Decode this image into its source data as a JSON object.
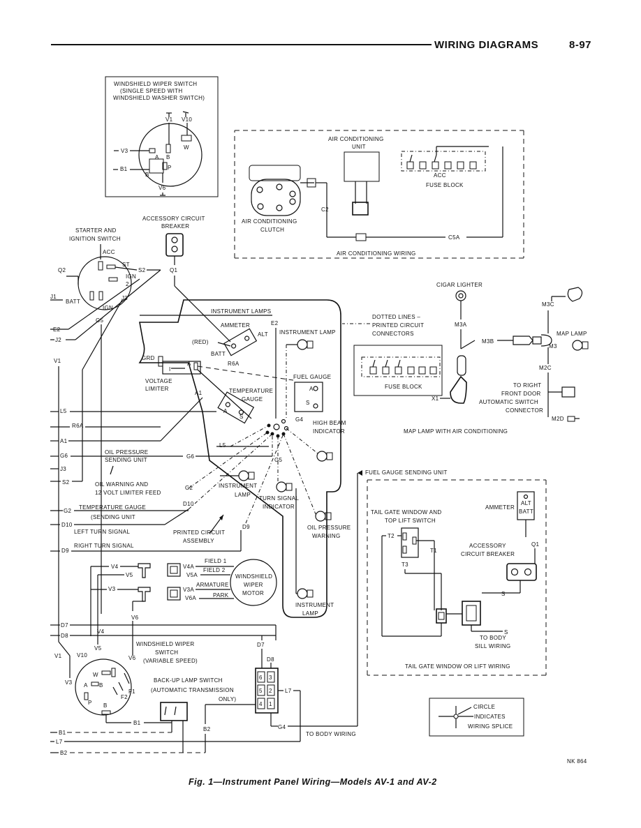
{
  "header": {
    "section": "WIRING DIAGRAMS",
    "page_number": "8-97"
  },
  "caption": "Fig. 1—Instrument Panel Wiring—Models AV-1 and AV-2",
  "ref_code": "NK 864",
  "wiper_single": {
    "title_lines": [
      "WINDSHIELD WIPER SWITCH",
      "(SINGLE SPEED WITH",
      "WINDSHIELD WASHER SWITCH)"
    ],
    "terms": [
      "V1",
      "V10",
      "V3",
      "B1",
      "V6",
      "A",
      "B",
      "W",
      "P",
      "B"
    ]
  },
  "acc_breaker": {
    "title_lines": [
      "ACCESSORY CIRCUIT",
      "BREAKER"
    ],
    "wire": "Q1"
  },
  "ignition": {
    "title_lines": [
      "STARTER AND",
      "IGNITION SWITCH"
    ],
    "terms": [
      "ACC",
      "ST",
      "IGN",
      "2",
      "BATT",
      "IGN",
      "J3",
      "G5",
      "S2",
      "Q2"
    ]
  },
  "ac_unit": {
    "unit_lines": [
      "AIR CONDITIONING",
      "UNIT"
    ],
    "clutch_lines": [
      "AIR CONDITIONING",
      "CLUTCH"
    ],
    "wiring": "AIR CONDITIONING WIRING",
    "fuse_block": "FUSE BLOCK",
    "acc": "ACC",
    "c2": "C2",
    "c5a": "C5A"
  },
  "cluster": {
    "instrument_lamps": "INSTRUMENT LAMPS",
    "ammeter": "AMMETER",
    "alt": "ALT",
    "red": "(RED)",
    "batt": "BATT",
    "r6a": "R6A",
    "e2": "E2",
    "instrument_lamp_1": "INSTRUMENT LAMP",
    "grd": "GRD",
    "a": "A",
    "i": "I",
    "voltage_limiter": [
      "VOLTAGE",
      "LIMITER"
    ],
    "a1": "A1",
    "fuel_gauge": "FUEL GAUGE",
    "temp_gauge": [
      "TEMPERATURE",
      "GAUGE"
    ],
    "g4": "G4",
    "high_beam": [
      "HIGH BEAM",
      "INDICATOR"
    ],
    "l5": "L5",
    "g6": "G6",
    "g5": "G5",
    "g2": "G2",
    "instrument_lamp_2": [
      "INSTRUMENT",
      "LAMP"
    ],
    "turn_signal": [
      "TURN SIGNAL",
      "INDICATOR"
    ],
    "d10": "D10",
    "pca": [
      "PRINTED CIRCUIT",
      "ASSEMBLY"
    ],
    "d9": "D9",
    "oil_warning": [
      "OIL PRESSURE",
      "WARNING"
    ],
    "instrument_lamp_3": [
      "INSTRUMENT",
      "LAMP"
    ],
    "s": "S"
  },
  "left_labels": {
    "j1": "J1",
    "e2": "E2",
    "j2": "J2",
    "v1": "V1",
    "l5": "L5",
    "r6a": "R6A",
    "a1": "A1",
    "g6": "G6",
    "j3": "J3",
    "s2": "S2",
    "g2": "G2",
    "d10": "D10",
    "d9": "D9",
    "d7": "D7",
    "d8": "D8",
    "v1b": "V1",
    "b1": "B1",
    "l7": "L7",
    "b2": "B2",
    "oil_sending": [
      "OIL PRESSURE",
      "SENDING UNIT"
    ],
    "oil_warn_feed": [
      "OIL WARNING AND",
      "12 VOLT LIMITER FEED"
    ],
    "temp_sending": [
      "TEMPERATURE GAUGE",
      "(SENDING UNIT"
    ],
    "left_turn": "LEFT TURN SIGNAL",
    "right_turn": "RIGHT TURN SIGNAL"
  },
  "dotted_note": [
    "DOTTED LINES –",
    "PRINTED CIRCUIT",
    "CONNECTORS"
  ],
  "map_lamp": {
    "cigar": "CIGAR LIGHTER",
    "m3a": "M3A",
    "m3b": "M3B",
    "m3c": "M3C",
    "m3": "M3",
    "m2c": "M2C",
    "m2d": "M2D",
    "map_lamp": "MAP LAMP",
    "fuse_block": "FUSE BLOCK",
    "x1": "X1",
    "door": [
      "TO RIGHT",
      "FRONT DOOR",
      "AUTOMATIC SWITCH",
      "CONNECTOR"
    ],
    "title": "MAP LAMP WITH AIR CONDITIONING"
  },
  "fuel_sending": "FUEL GAUGE SENDING UNIT",
  "wiper_motor": {
    "v4": "V4",
    "v5": "V5",
    "v3": "V3",
    "v6": "V6",
    "v4a": "V4A",
    "v5a": "V5A",
    "v3a": "V3A",
    "v6a": "V6A",
    "field1": "FIELD 1",
    "field2": "FIELD 2",
    "armature": "ARMATURE",
    "park": "PARK",
    "motor": [
      "WINDSHIELD",
      "WIPER",
      "MOTOR"
    ]
  },
  "wiper_var": {
    "title": [
      "WINDSHIELD WIPER",
      "SWITCH",
      "(VARIABLE SPEED)"
    ],
    "terms": [
      "V4",
      "V5",
      "V10",
      "V6",
      "W",
      "A",
      "B",
      "F1",
      "F2",
      "P",
      "B",
      "V3"
    ]
  },
  "backup": {
    "title": [
      "BACK-UP LAMP SWITCH",
      "(AUTOMATIC TRANSMISSION",
      "ONLY)"
    ],
    "b1": "B1",
    "b2": "B2",
    "d7": "D7",
    "d8": "D8",
    "l7": "L7",
    "g4": "G4",
    "to_body": "TO BODY WIRING",
    "pins": [
      "6",
      "3",
      "5",
      "2",
      "4",
      "1"
    ]
  },
  "tailgate": {
    "switch": [
      "TAIL GATE WINDOW AND",
      "TOP LIFT SWITCH"
    ],
    "ammeter": "AMMETER",
    "alt": "ALT",
    "batt": "BATT",
    "t2": "T2",
    "t1": "T1",
    "t3": "T3",
    "q1": "Q1",
    "breaker": [
      "ACCESSORY",
      "CIRCUIT BREAKER"
    ],
    "s1": "S",
    "s2": "S",
    "body": [
      "TO BODY",
      "SILL WIRING"
    ],
    "title": "TAIL GATE WINDOW OR LIFT WIRING"
  },
  "legend": {
    "lines": [
      "CIRCLE",
      "INDICATES",
      "WIRING SPLICE"
    ]
  }
}
